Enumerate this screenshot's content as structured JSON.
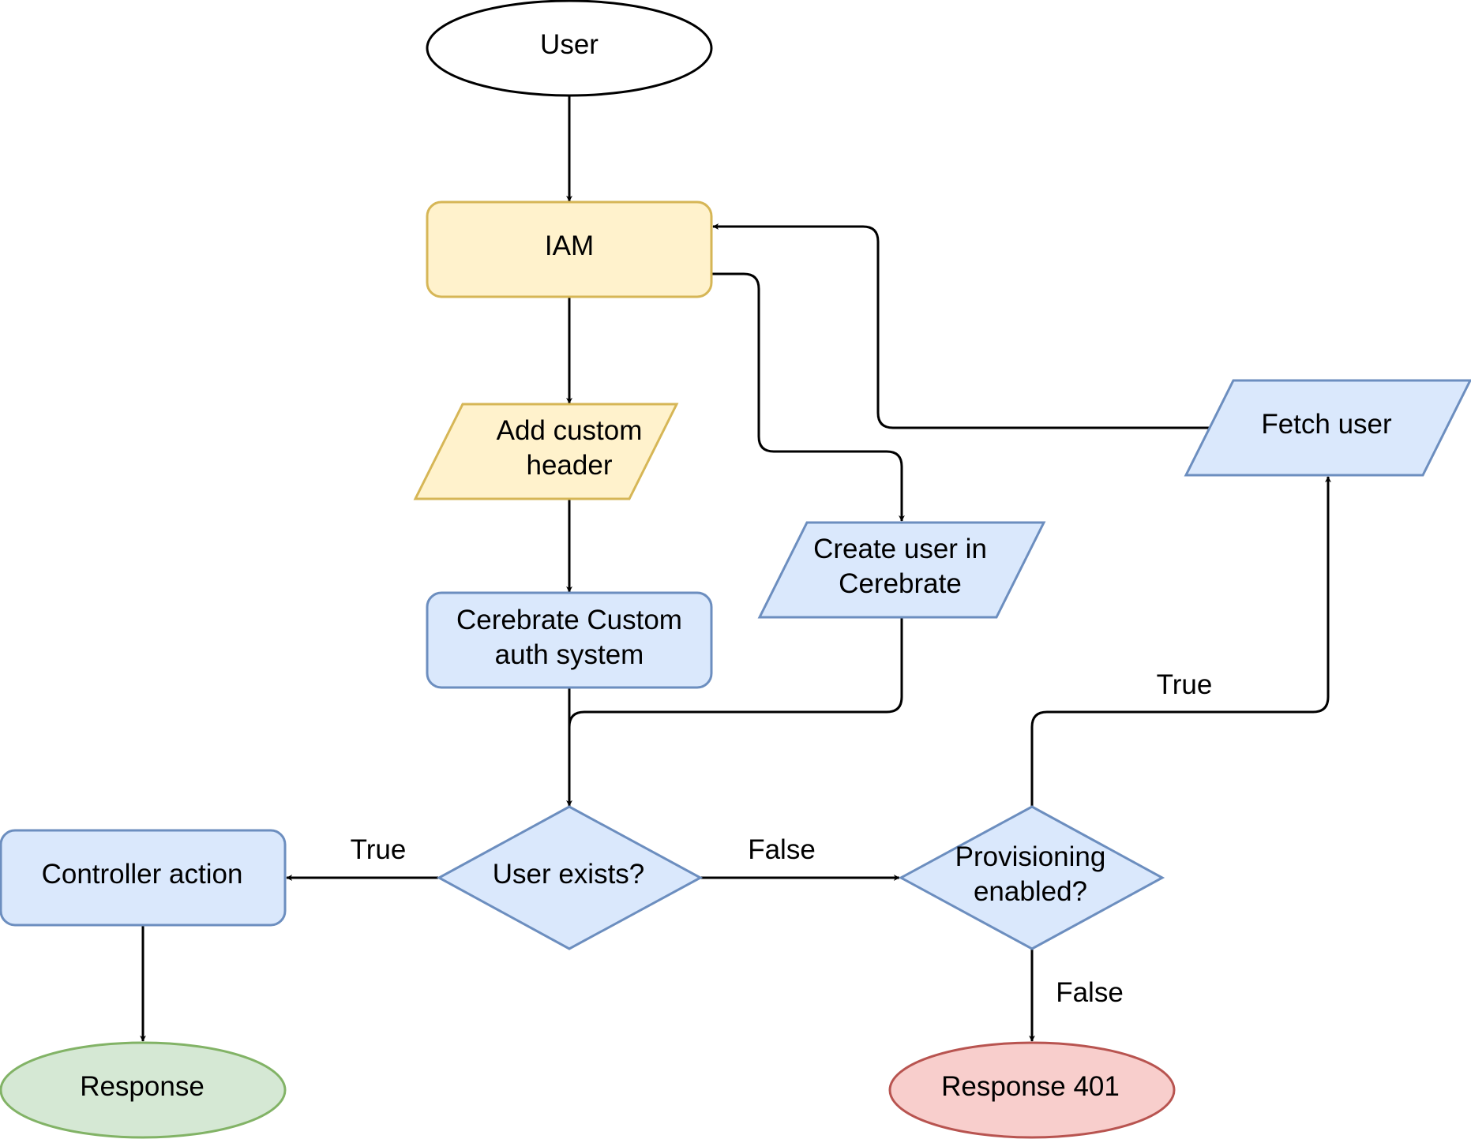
{
  "nodes": {
    "user": {
      "label": "User",
      "fill": "#ffffff",
      "stroke": "#000000"
    },
    "iam": {
      "label": "IAM",
      "fill": "#fff2cc",
      "stroke": "#d6b656"
    },
    "add_header": {
      "line1": "Add custom",
      "line2": "header",
      "fill": "#fff2cc",
      "stroke": "#d6b656"
    },
    "cerebrate_auth": {
      "line1": "Cerebrate Custom",
      "line2": "auth system",
      "fill": "#dae8fc",
      "stroke": "#6c8ebf"
    },
    "create_user": {
      "line1": "Create user in",
      "line2": "Cerebrate",
      "fill": "#dae8fc",
      "stroke": "#6c8ebf"
    },
    "fetch_user": {
      "label": "Fetch user",
      "fill": "#dae8fc",
      "stroke": "#6c8ebf"
    },
    "user_exists": {
      "label": "User exists?",
      "fill": "#dae8fc",
      "stroke": "#6c8ebf"
    },
    "provisioning": {
      "line1": "Provisioning",
      "line2": "enabled?",
      "fill": "#dae8fc",
      "stroke": "#6c8ebf"
    },
    "controller": {
      "label": "Controller action",
      "fill": "#dae8fc",
      "stroke": "#6c8ebf"
    },
    "response": {
      "label": "Response",
      "fill": "#d5e8d4",
      "stroke": "#82b366"
    },
    "response_401": {
      "label": "Response 401",
      "fill": "#f8cecc",
      "stroke": "#b85450"
    }
  },
  "edge_labels": {
    "exists_true": "True",
    "exists_false": "False",
    "provisioning_true": "True",
    "provisioning_false": "False"
  }
}
